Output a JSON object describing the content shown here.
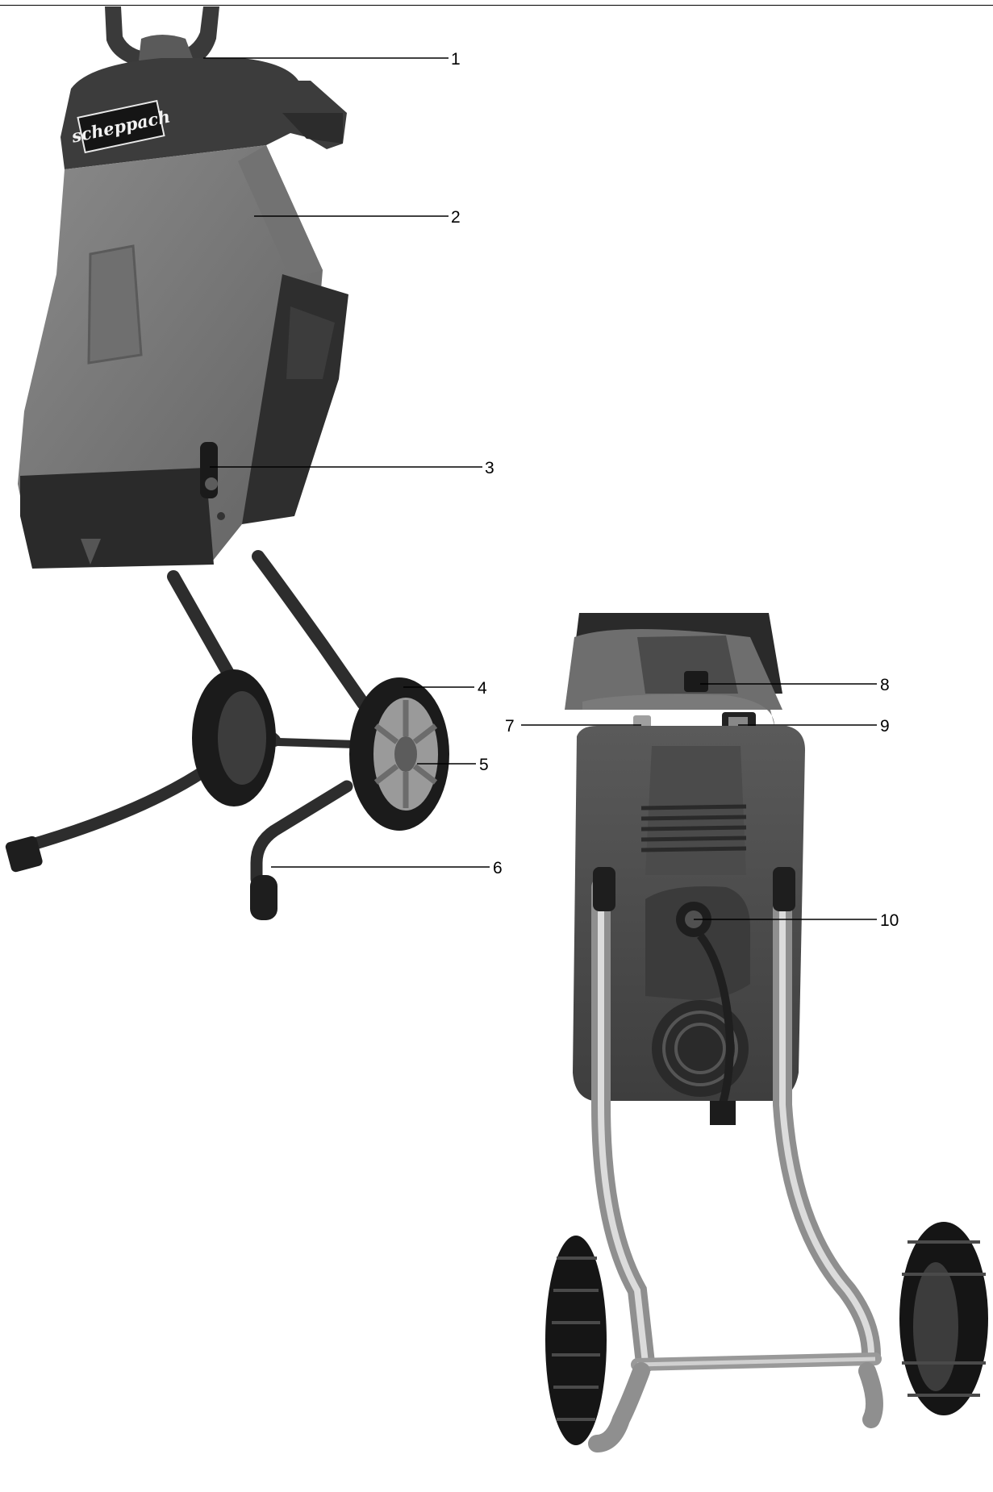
{
  "brand": {
    "logo_text": "scheppach"
  },
  "callouts": {
    "c1": "1",
    "c2": "2",
    "c3": "3",
    "c4": "4",
    "c5": "5",
    "c6": "6",
    "c7": "7",
    "c8": "8",
    "c9": "9",
    "c10": "10"
  }
}
